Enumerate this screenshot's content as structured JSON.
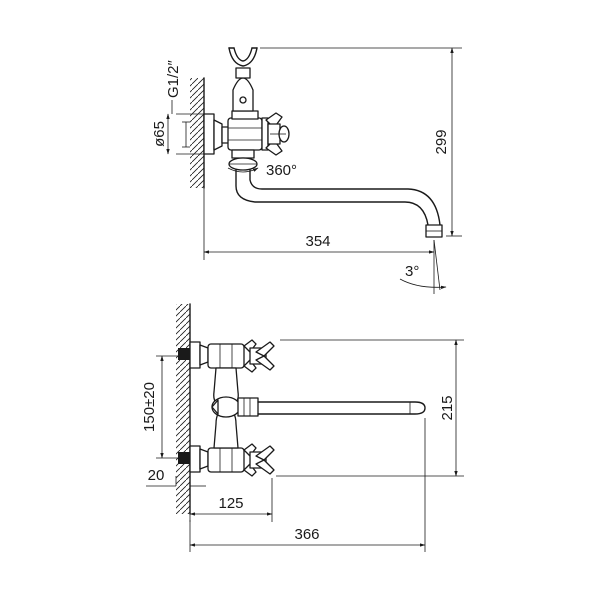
{
  "side_view": {
    "thread_label": "G1/2″",
    "flange_label": "ø65",
    "rotation_label": "360°",
    "height_label": "299",
    "spout_reach_label": "354",
    "angle_label": "3°"
  },
  "top_view": {
    "center_distance_label": "150±20",
    "depth_label": "215",
    "wall_offset_label": "20",
    "handle_reach_label": "125",
    "total_reach_label": "366"
  }
}
